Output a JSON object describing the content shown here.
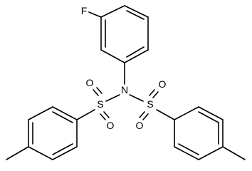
{
  "molecule": {
    "atoms": {
      "fluorine": "F",
      "nitrogen": "N",
      "sulfur_left": "S",
      "sulfur_right": "S",
      "oxygen_left_top": "O",
      "oxygen_left_bottom": "O",
      "oxygen_right_top": "O",
      "oxygen_right_bottom": "O"
    }
  },
  "colors": {
    "background": "#ffffff",
    "bond": "#000000",
    "label": "#000000"
  }
}
